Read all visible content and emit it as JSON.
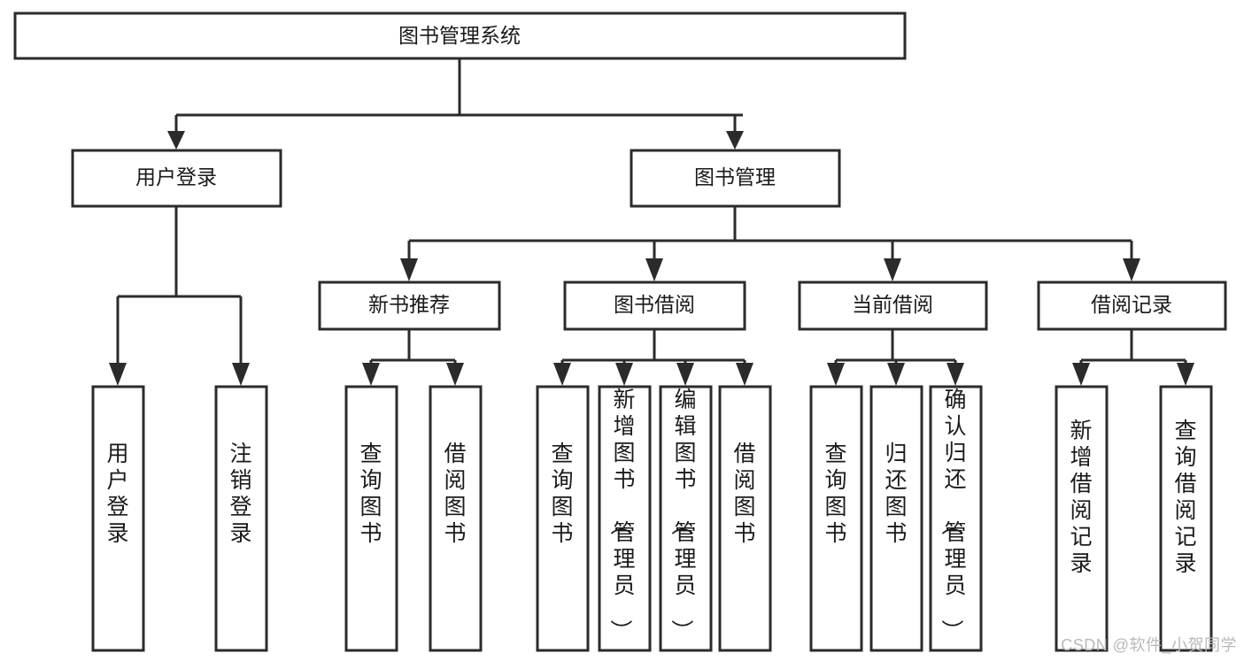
{
  "diagram": {
    "type": "tree-hierarchy-diagram",
    "title": "图书管理系统",
    "watermark": "CSDN @软件_小贺同学",
    "colors": {
      "box_stroke": "#2b2b2b",
      "box_fill": "#ffffff",
      "text": "#1a1a1a",
      "watermark": "#b9b9b9",
      "background": "#ffffff"
    },
    "root": {
      "label": "图书管理系统"
    },
    "level2": [
      {
        "id": "user-login",
        "label": "用户登录"
      },
      {
        "id": "book-management",
        "label": "图书管理"
      }
    ],
    "level3": [
      {
        "id": "new-book-recommend",
        "label": "新书推荐",
        "parent": "book-management"
      },
      {
        "id": "book-borrow",
        "label": "图书借阅",
        "parent": "book-management"
      },
      {
        "id": "current-borrow",
        "label": "当前借阅",
        "parent": "book-management"
      },
      {
        "id": "borrow-record",
        "label": "借阅记录",
        "parent": "book-management"
      }
    ],
    "leaves": [
      {
        "id": "leaf-user-login",
        "label": "用户登录",
        "parent": "user-login"
      },
      {
        "id": "leaf-logout-login",
        "label": "注销登录",
        "parent": "user-login"
      },
      {
        "id": "leaf-query-book-1",
        "label": "查询图书",
        "parent": "new-book-recommend"
      },
      {
        "id": "leaf-borrow-book-1",
        "label": "借阅图书",
        "parent": "new-book-recommend"
      },
      {
        "id": "leaf-query-book-2",
        "label": "查询图书",
        "parent": "book-borrow"
      },
      {
        "id": "leaf-add-book",
        "label": "新增图书（管理员）",
        "parent": "book-borrow"
      },
      {
        "id": "leaf-edit-book",
        "label": "编辑图书（管理员）",
        "parent": "book-borrow"
      },
      {
        "id": "leaf-borrow-book-2",
        "label": "借阅图书",
        "parent": "book-borrow"
      },
      {
        "id": "leaf-query-book-3",
        "label": "查询图书",
        "parent": "current-borrow"
      },
      {
        "id": "leaf-return-book",
        "label": "归还图书",
        "parent": "current-borrow"
      },
      {
        "id": "leaf-confirm-return",
        "label": "确认归还（管理员）",
        "parent": "current-borrow"
      },
      {
        "id": "leaf-add-borrow-record",
        "label": "新增借阅记录",
        "parent": "borrow-record"
      },
      {
        "id": "leaf-query-borrow-record",
        "label": "查询借阅记录",
        "parent": "borrow-record"
      }
    ]
  }
}
